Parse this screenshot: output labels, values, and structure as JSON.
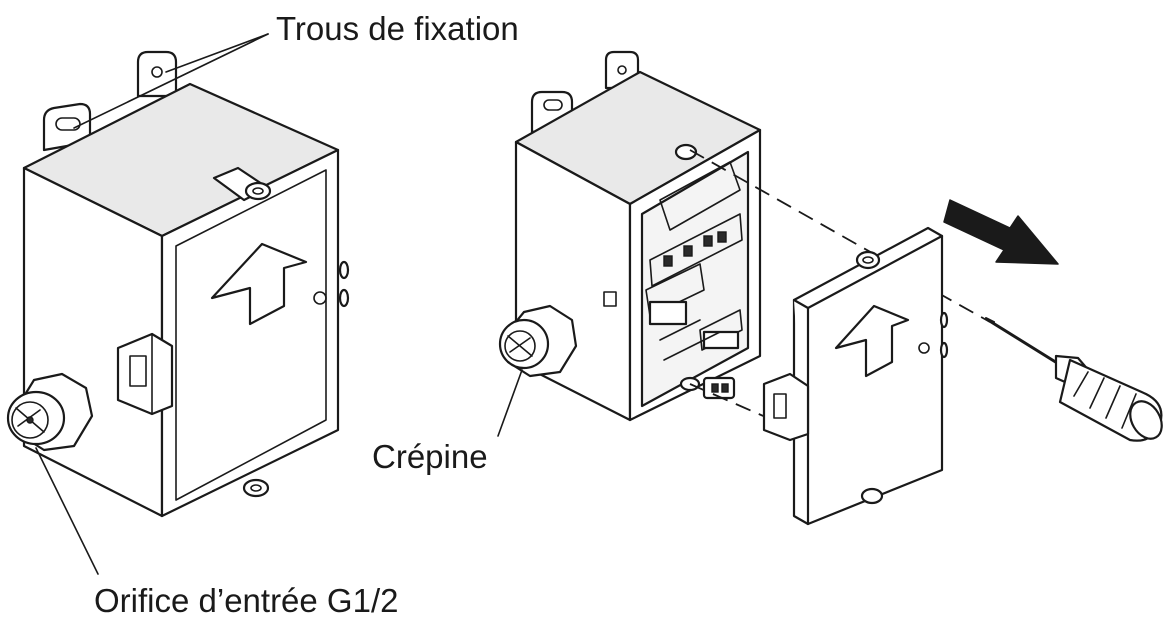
{
  "labels": {
    "mounting_holes": "Trous de fixation",
    "strainer": "Crépine",
    "inlet": "Orifice d’entrée G1/2"
  }
}
